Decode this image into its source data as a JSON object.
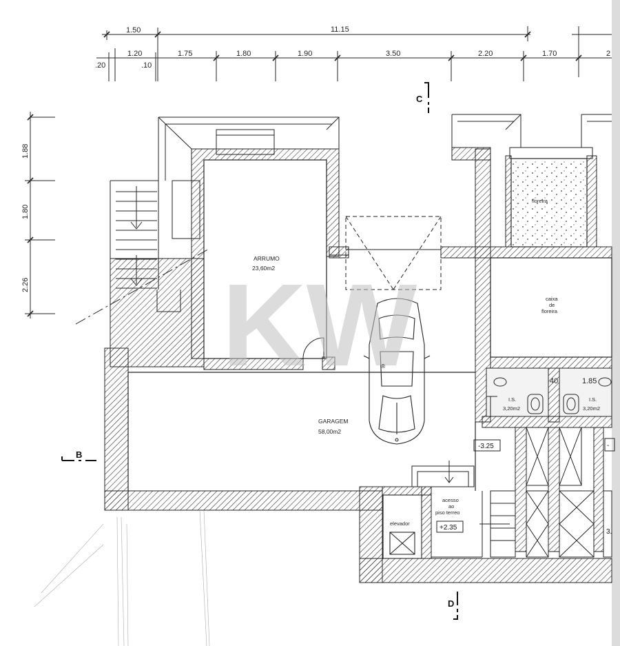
{
  "dimensions": {
    "top_row": [
      "1.50",
      "11.15"
    ],
    "second_row": [
      "1.20",
      "1.75",
      "1.80",
      "1.90",
      "3.50",
      "2.20",
      "1.70",
      "2"
    ],
    "small": [
      ".20",
      ".10"
    ],
    "left_column": [
      "1.88",
      "1.80",
      "2.26"
    ],
    "interior": [
      "40",
      "1.85"
    ]
  },
  "rooms": {
    "arrumo": {
      "name": "ARRUMO",
      "area": "23,60m2"
    },
    "garagem": {
      "name": "GARAGEM",
      "area": "58,00m2"
    },
    "floreira": {
      "name": "floreira"
    },
    "caixa_floreira": {
      "line1": "caixa",
      "line2": "de",
      "line3": "floreira"
    },
    "is_1": {
      "name": "I.S.",
      "area": "3,20m2"
    },
    "is_2": {
      "name": "I.S.",
      "area": "3,20m2"
    },
    "elevador": {
      "name": "elevador"
    },
    "acesso": {
      "line1": "acesso",
      "line2": "ao",
      "line3": "piso terreo"
    }
  },
  "levels": {
    "garage": "-3.25",
    "access": "+2.35",
    "right_a": "-",
    "right_b": "3."
  },
  "sections": {
    "b": "B",
    "c": "C",
    "d": "D"
  },
  "watermark": {
    "letters": "KW",
    "mark": "®"
  }
}
